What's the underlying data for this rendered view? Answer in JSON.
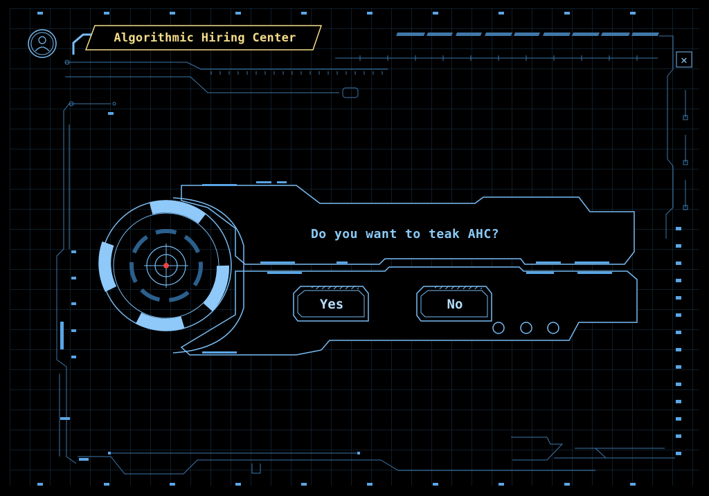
{
  "header": {
    "title": "Algorithmic Hiring Center"
  },
  "dialog": {
    "question": "Do you want to teak AHC?",
    "yes_label": "Yes",
    "no_label": "No"
  },
  "window": {
    "close_icon": "close-icon",
    "close_glyph": "✕"
  },
  "colors": {
    "accent": "#78bdf5",
    "accent_dim": "#2b5f8c",
    "title": "#f3dc8a",
    "reticle_dot": "#e84444",
    "background": "#000000"
  }
}
